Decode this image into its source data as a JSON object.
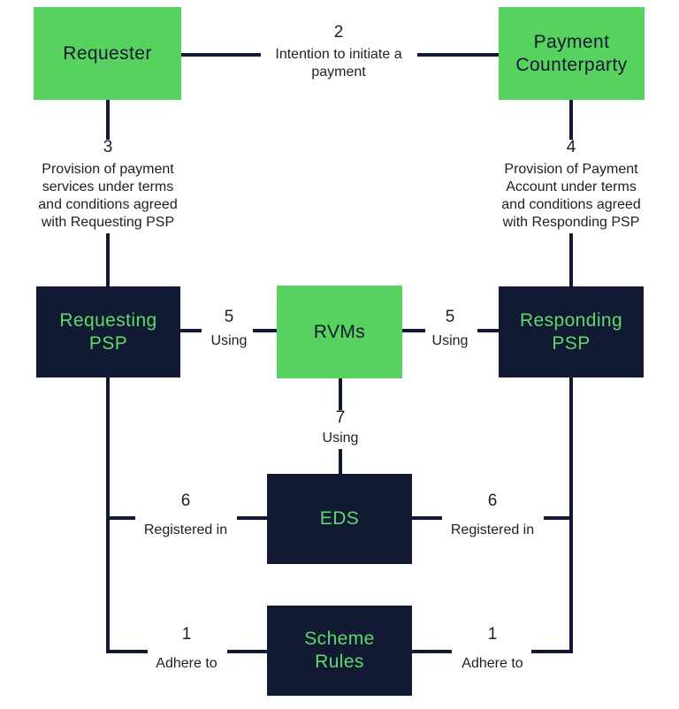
{
  "colors": {
    "green": "#57d25e",
    "navy": "#121a33",
    "green_text": "#5ed96b",
    "label_text": "#1c1f27",
    "background": "#ffffff"
  },
  "nodes": {
    "requester": {
      "label": "Requester"
    },
    "payment_counterparty": {
      "label": "Payment\nCounterparty"
    },
    "requesting_psp": {
      "label": "Requesting\nPSP"
    },
    "rvms": {
      "label": "RVMs"
    },
    "responding_psp": {
      "label": "Responding\nPSP"
    },
    "eds": {
      "label": "EDS"
    },
    "scheme_rules": {
      "label": "Scheme\nRules"
    }
  },
  "edges": {
    "intention": {
      "number": "2",
      "label": "Intention to initiate a\npayment"
    },
    "provision_services": {
      "number": "3",
      "label": "Provision of payment\nservices under terms\nand conditions agreed\nwith Requesting PSP"
    },
    "provision_account": {
      "number": "4",
      "label": "Provision of Payment\nAccount under terms\nand conditions agreed\nwith Responding PSP"
    },
    "using_left": {
      "number": "5",
      "label": "Using"
    },
    "using_right": {
      "number": "5",
      "label": "Using"
    },
    "using_eds": {
      "number": "7",
      "label": "Using"
    },
    "registered_left": {
      "number": "6",
      "label": "Registered in"
    },
    "registered_right": {
      "number": "6",
      "label": "Registered in"
    },
    "adhere_left": {
      "number": "1",
      "label": "Adhere to"
    },
    "adhere_right": {
      "number": "1",
      "label": "Adhere to"
    }
  }
}
